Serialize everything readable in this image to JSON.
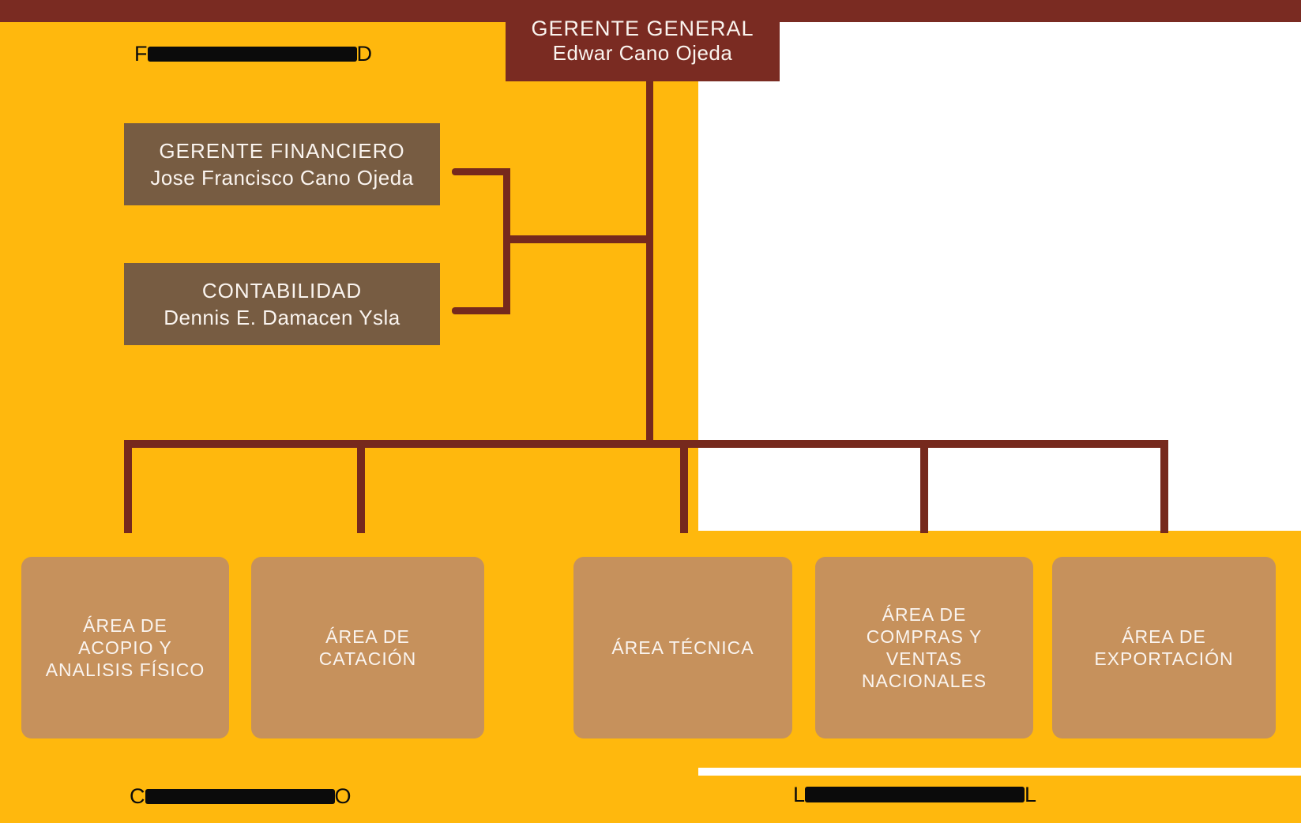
{
  "org": {
    "root": {
      "title": "GERENTE GENERAL",
      "person": "Edwar Cano Ojeda"
    },
    "staff": [
      {
        "title": "GERENTE FINANCIERO",
        "person": "Jose Francisco Cano Ojeda"
      },
      {
        "title": "CONTABILIDAD",
        "person": "Dennis E. Damacen Ysla"
      }
    ],
    "areas": [
      {
        "label": "ÁREA DE\nACOPIO Y\nANALISIS FÍSICO"
      },
      {
        "label": "ÁREA DE\nCATACIÓN"
      },
      {
        "label": "ÁREA TÉCNICA"
      },
      {
        "label": "ÁREA DE\nCOMPRAS Y\nVENTAS\nNACIONALES"
      },
      {
        "label": "ÁREA DE\nEXPORTACIÓN"
      }
    ]
  },
  "redacted_labels": {
    "top_left": {
      "start": "F",
      "end": "D"
    },
    "bottom_left": {
      "start": "C",
      "end": "O"
    },
    "bottom_right": {
      "start": "L",
      "end": "L"
    }
  },
  "colors": {
    "background_yellow": "#FFB80D",
    "header_maroon": "#7A2B22",
    "connector_line": "#76291D",
    "staff_box_brown": "#775C42",
    "area_box_tan": "#C6915C",
    "box_text": "#FAF4EF",
    "redaction_black": "#0B0B0B"
  }
}
